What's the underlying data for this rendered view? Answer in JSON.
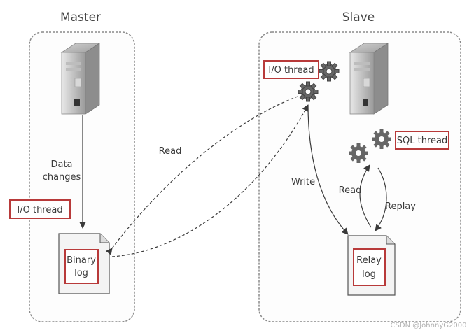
{
  "master": {
    "title": "Master",
    "io_thread": "I/O thread",
    "data_changes_1": "Data",
    "data_changes_2": "changes",
    "binary_log_1": "Binary",
    "binary_log_2": "log"
  },
  "slave": {
    "title": "Slave",
    "io_thread": "I/O thread",
    "sql_thread": "SQL thread",
    "relay_log_1": "Relay",
    "relay_log_2": "log"
  },
  "arrows": {
    "read_master": "Read",
    "write": "Write",
    "read_slave": "Read",
    "replay": "Replay"
  },
  "watermark": "CSDN @JohnnyG2000",
  "colors": {
    "highlight_box": "#b83a3a",
    "panel_border": "#8a8a8a",
    "text": "#3a3a3a"
  }
}
